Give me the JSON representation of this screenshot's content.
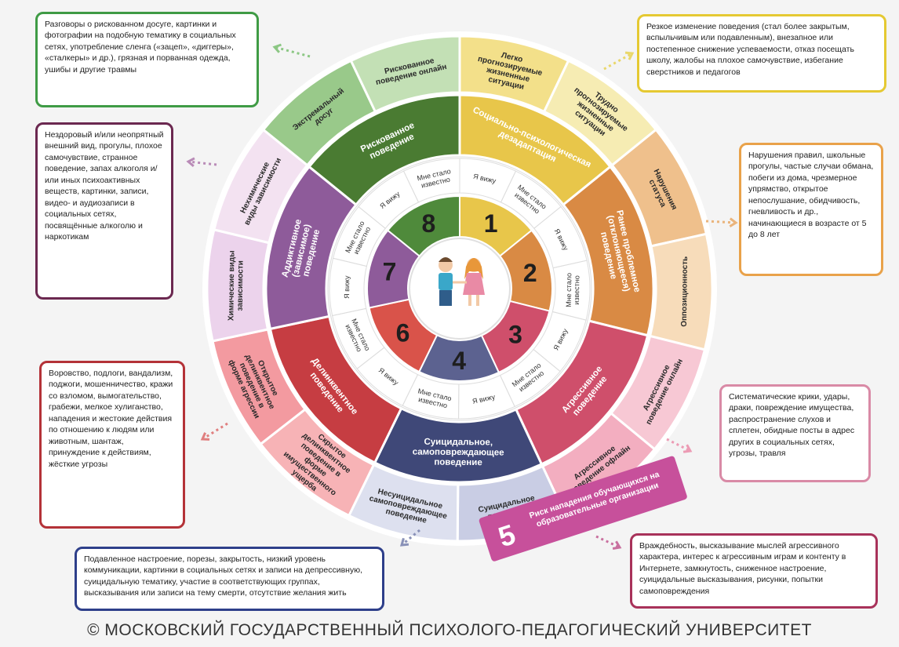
{
  "footer": "© МОСКОВСКИЙ ГОСУДАРСТВЕННЫЙ ПСИХОЛОГО-ПЕДАГОГИЧЕСКИЙ УНИВЕРСИТЕТ",
  "center": {
    "icon": "children-icon"
  },
  "core": [
    {
      "num": "1",
      "color": "#e8c64a"
    },
    {
      "num": "2",
      "color": "#d98a44"
    },
    {
      "num": "3",
      "color": "#cf4f6b"
    },
    {
      "num": "4",
      "color": "#5c6290"
    },
    {
      "num": "6",
      "color": "#d9534a"
    },
    {
      "num": "7",
      "color": "#8e5b9a"
    },
    {
      "num": "8",
      "color": "#4f8a3b"
    }
  ],
  "ring2": [
    "Я вижу",
    "Мне стало известно",
    "Я вижу",
    "Мне стало известно",
    "Я вижу",
    "Мне стало известно",
    "Я вижу",
    "Мне стало известно",
    "Я вижу",
    "Мне стало известно",
    "Я вижу",
    "Мне стало известно",
    "Я вижу",
    "Мне стало известно"
  ],
  "ring3": [
    {
      "label": "Социально-психологическая дезадаптация",
      "color": "#e8c64a"
    },
    {
      "label": "Ранее проблемное (отклоняющееся) поведение",
      "color": "#d98a44"
    },
    {
      "label": "Агрессивное поведение",
      "color": "#cf4f6b"
    },
    {
      "label": "Суицидальное, самоповреждающее поведение",
      "color": "#3f4878"
    },
    {
      "label": "Делинквентное поведение",
      "color": "#c63d42"
    },
    {
      "label": "Аддиктивное (зависимое) поведение",
      "color": "#8e5b9a"
    },
    {
      "label": "Рискованное поведение",
      "color": "#4a7b32"
    }
  ],
  "ring4": [
    {
      "label": "Легко прогнозируемые жизненные ситуации",
      "color": "#f3e08a"
    },
    {
      "label": "Трудно прогнозируемые жизненные ситуации",
      "color": "#f6ecb3"
    },
    {
      "label": "Нарушения статуса",
      "color": "#efc08c"
    },
    {
      "label": "Оппозиционность",
      "color": "#f7dcba"
    },
    {
      "label": "Агрессивное поведение онлайн",
      "color": "#f7c8d4"
    },
    {
      "label": "Агрессивное поведение офлайн",
      "color": "#f3aec0"
    },
    {
      "label": "Суицидальное поведение",
      "color": "#c9cde4"
    },
    {
      "label": "Несуицидальное самоповреждающее поведение",
      "color": "#dde0ef"
    },
    {
      "label": "Скрытое делинквентное поведение в форме имущественного ущерба",
      "color": "#f7b3b6"
    },
    {
      "label": "Открытое делинквентное поведение в форме агрессии",
      "color": "#f39aa0"
    },
    {
      "label": "Химические виды зависимости",
      "color": "#ecd3ec"
    },
    {
      "label": "Нехимические виды зависимости",
      "color": "#f3e2f1"
    },
    {
      "label": "Экстремальный досуг",
      "color": "#99c98a"
    },
    {
      "label": "Рискованное поведение онлайн",
      "color": "#c3e0b5"
    }
  ],
  "risk": {
    "num": "5",
    "label": "Риск нападения обучающихся на образовательные организации",
    "color": "#c7509b"
  },
  "boxes": [
    {
      "text": "Разговоры о рискованном досуге, картинки и фотографии на подобную тематику в социальных сетях, употребление сленга («зацеп», «диггеры», «сталкеры» и др.), грязная и порванная одежда, ушибы и другие травмы",
      "color": "#3f9b45"
    },
    {
      "text": "Резкое изменение поведения (стал более закрытым, вспыльчивым или подавленным), внезапное или постепенное снижение успеваемости, отказ посещать школу, жалобы на плохое самочувствие, избегание сверстников и педагогов",
      "color": "#e5c932"
    },
    {
      "text": "Нездоровый и/или неопрятный внешний вид, прогулы, плохое самочувствие, странное поведение, запах алкоголя и/или иных психоактивных веществ, картинки, записи, видео- и аудиозаписи в социальных сетях, посвящённые алкоголю и наркотикам",
      "color": "#6b2850"
    },
    {
      "text": "Нарушения правил, школьные прогулы, частые случаи обмана, побеги из дома, чрезмерное упрямство, открытое непослушание, обидчивость, гневливость и др., начинающиеся в возрасте от 5 до 8 лет",
      "color": "#e9a24a"
    },
    {
      "text": "Воровство, подлоги, вандализм, поджоги, мошенничество, кражи со взломом, вымогательство, грабежи, мелкое хулиганство, нападения и жестокие действия по отношению к людям или животным, шантаж, принуждение к действиям, жёсткие угрозы",
      "color": "#b43238"
    },
    {
      "text": "Систематические крики, удары, драки, повреждение имущества, распространение слухов и сплетен, обидные посты в адрес других в социальных сетях, угрозы, травля",
      "color": "#d98aa6"
    },
    {
      "text": "Подавленное настроение, порезы, закрытость, низкий уровень коммуникации, картинки в социальных сетях и записи на депрессивную, суицидальную тематику, участие в соответствующих группах, высказывания или записи на тему смерти, отсутствие желания жить",
      "color": "#2e3f8a"
    },
    {
      "text": "Враждебность, высказывание мыслей агрессивного характера, интерес к агрессивным играм и контенту в Интернете, замкнутость, сниженное настроение, суицидальные высказывания, рисунки, попытки самоповреждения",
      "color": "#a8325a"
    }
  ]
}
